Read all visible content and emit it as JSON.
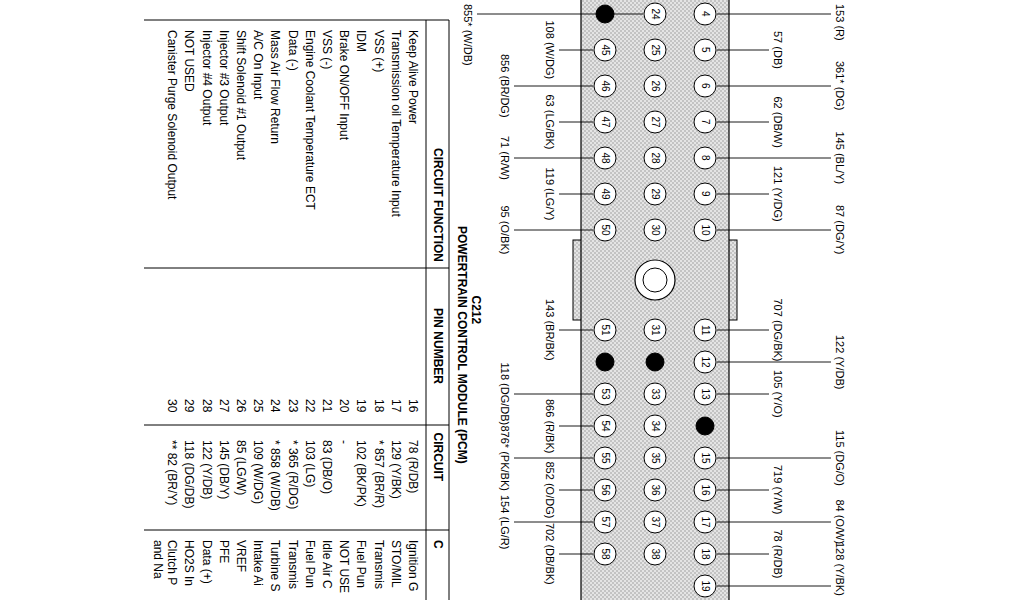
{
  "diagram": {
    "title": "POWERTRAIN CONTROL MODULE (PCM)",
    "labels": [
      "C212",
      "4",
      "5",
      "6",
      "7",
      "8",
      "9",
      "10",
      "11",
      "12",
      "13",
      "15",
      "16",
      "17",
      "18",
      "19",
      "24",
      "25",
      "26",
      "27",
      "28",
      "29",
      "30",
      "31",
      "33",
      "34",
      "35",
      "36",
      "37",
      "38",
      "45",
      "46",
      "47",
      "48",
      "49",
      "50",
      "51",
      "53",
      "54",
      "55",
      "56",
      "57",
      "58",
      "153 (R)",
      "57 (DB)",
      "361* (DG)",
      "62 (DB/W)",
      "145 (BL/Y)",
      "121 (Y/DG)",
      "87 (DG/Y)",
      "707 (DG/BK)",
      "122 (Y/DB)",
      "105 (Y/O)",
      "115 (DG/O)",
      "719 (Y/W)",
      "84 (O/W)",
      "78 (R/DB)",
      "128 (Y/BK)",
      "108 (W/DG)",
      "856 (BR/DG)",
      "63 (LG/BK)",
      "71 (R/W)",
      "119 (LG/Y)",
      "95 (O/BK)",
      "143 (BR/BK)",
      "118 (DG/DB)",
      "866 (R/BK)",
      "876* (PK/BK)",
      "852 (O/DG)",
      "154 (LG/R)",
      "702 (DB/BK)",
      "855* (W/DB)",
      "CIRCUIT FUNCTION",
      "PIN NUMBER",
      "CIRCUIT",
      "C",
      "Keep Alive Power",
      "16",
      "78 (R/DB)",
      "Ignition G",
      "Transmission oil Temperature Input",
      "17",
      "129 (Y/BK)",
      "STO/MIL",
      "VSS (+)",
      "18",
      "* 857 (BR/R)",
      "Transmis",
      "IDM",
      "19",
      "102 (BK/PK)",
      "Fuel Pun",
      "Brake ON/OFF Input",
      "20",
      "-",
      "NOT USE",
      "VSS (-)",
      "21",
      "83 (DB/O)",
      "Idle Air C",
      "Engine Coolant Temperature ECT",
      "22",
      "103 (LG)",
      "Fuel Pun",
      "Data (-)",
      "23",
      "* 365 (R/DG)",
      "Transmis",
      "Mass Air Flow Return",
      "24",
      "* 858 (W/DB)",
      "Turbine S",
      "A/C On Input",
      "25",
      "109 (W/DG)",
      "Intake Ai",
      "Shift Solenoid #1 Output",
      "26",
      "85 (LG/W)",
      "VREF",
      "Injector #3 Output",
      "27",
      "145 (DB/Y)",
      "PFE",
      "Injector #4 Output",
      "28",
      "122 (Y/DB)",
      "Data (+)",
      "NOT USED",
      "29",
      "118 (DG/DB)",
      "HO2S In",
      "Canister Purge Solenoid Output",
      "30",
      "** 82 (BR/Y)",
      "Clutch P and Na"
    ]
  }
}
